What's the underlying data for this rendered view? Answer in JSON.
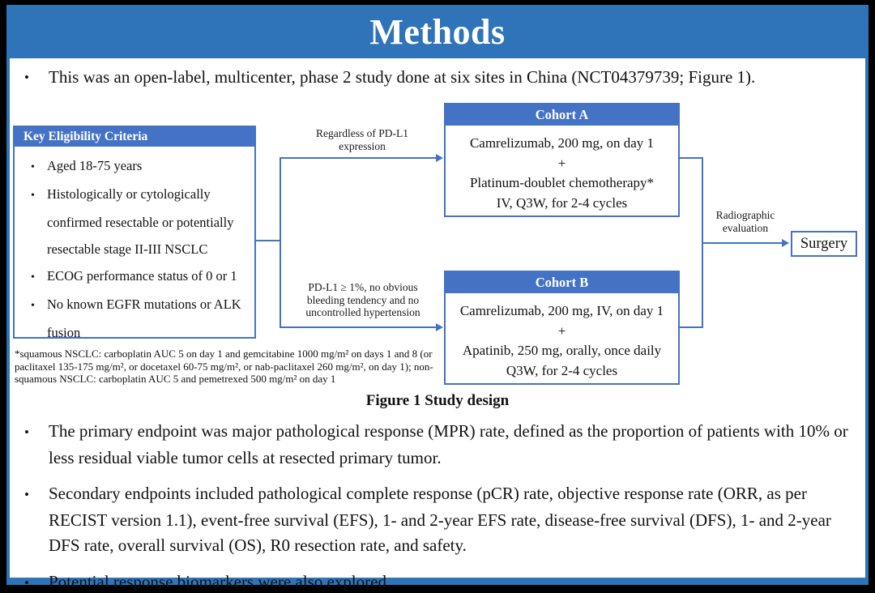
{
  "title": "Methods",
  "intro_bullet": "This was an open-label, multicenter, phase 2 study done at six sites in China (NCT04379739; Figure 1).",
  "figure": {
    "eligibility": {
      "header": "Key Eligibility Criteria",
      "items": [
        "Aged 18-75 years",
        "Histologically or cytologically confirmed resectable or potentially resectable stage II-III NSCLC",
        "ECOG performance status of 0 or 1",
        "No known EGFR mutations or ALK fusion"
      ]
    },
    "branch_labels": {
      "top": "Regardless of PD-L1 expression",
      "bottom": "PD-L1 ≥ 1%, no obvious bleeding tendency and no uncontrolled hypertension"
    },
    "cohort_a": {
      "header": "Cohort A",
      "lines": [
        "Camrelizumab, 200 mg, on day 1",
        "+",
        "Platinum-doublet chemotherapy*",
        "IV, Q3W, for 2-4 cycles"
      ]
    },
    "cohort_b": {
      "header": "Cohort B",
      "lines": [
        "Camrelizumab, 200 mg, IV, on day 1",
        "+",
        "Apatinib, 250 mg, orally, once daily",
        "Q3W, for 2-4 cycles"
      ]
    },
    "evaluation_label": "Radiographic evaluation",
    "surgery_label": "Surgery",
    "footnote": "*squamous NSCLC: carboplatin AUC 5 on day 1 and gemcitabine 1000 mg/m² on days 1 and 8 (or paclitaxel 135-175 mg/m², or docetaxel 60-75 mg/m², or nab-paclitaxel 260 mg/m², on day 1); non-squamous NSCLC: carboplatin AUC 5 and pemetrexed 500 mg/m² on day 1",
    "caption": "Figure 1 Study design"
  },
  "bullets": [
    "The primary endpoint was major pathological response (MPR) rate, defined as the proportion of patients with 10% or less residual viable tumor cells at resected primary tumor.",
    "Secondary endpoints included pathological complete response (pCR) rate, objective response rate (ORR, as per RECIST version 1.1), event-free survival (EFS), 1- and 2-year EFS rate, disease-free survival (DFS), 1- and 2-year DFS rate, overall survival (OS), R0 resection rate, and safety.",
    "Potential response biomarkers were also explored."
  ],
  "colors": {
    "title_bar_blue": "#2f74b9",
    "header_fill_blue": "#4472c4",
    "line_blue": "#4472c4",
    "background": "#ffffff",
    "frame_black": "#000000",
    "text": "#111111"
  }
}
